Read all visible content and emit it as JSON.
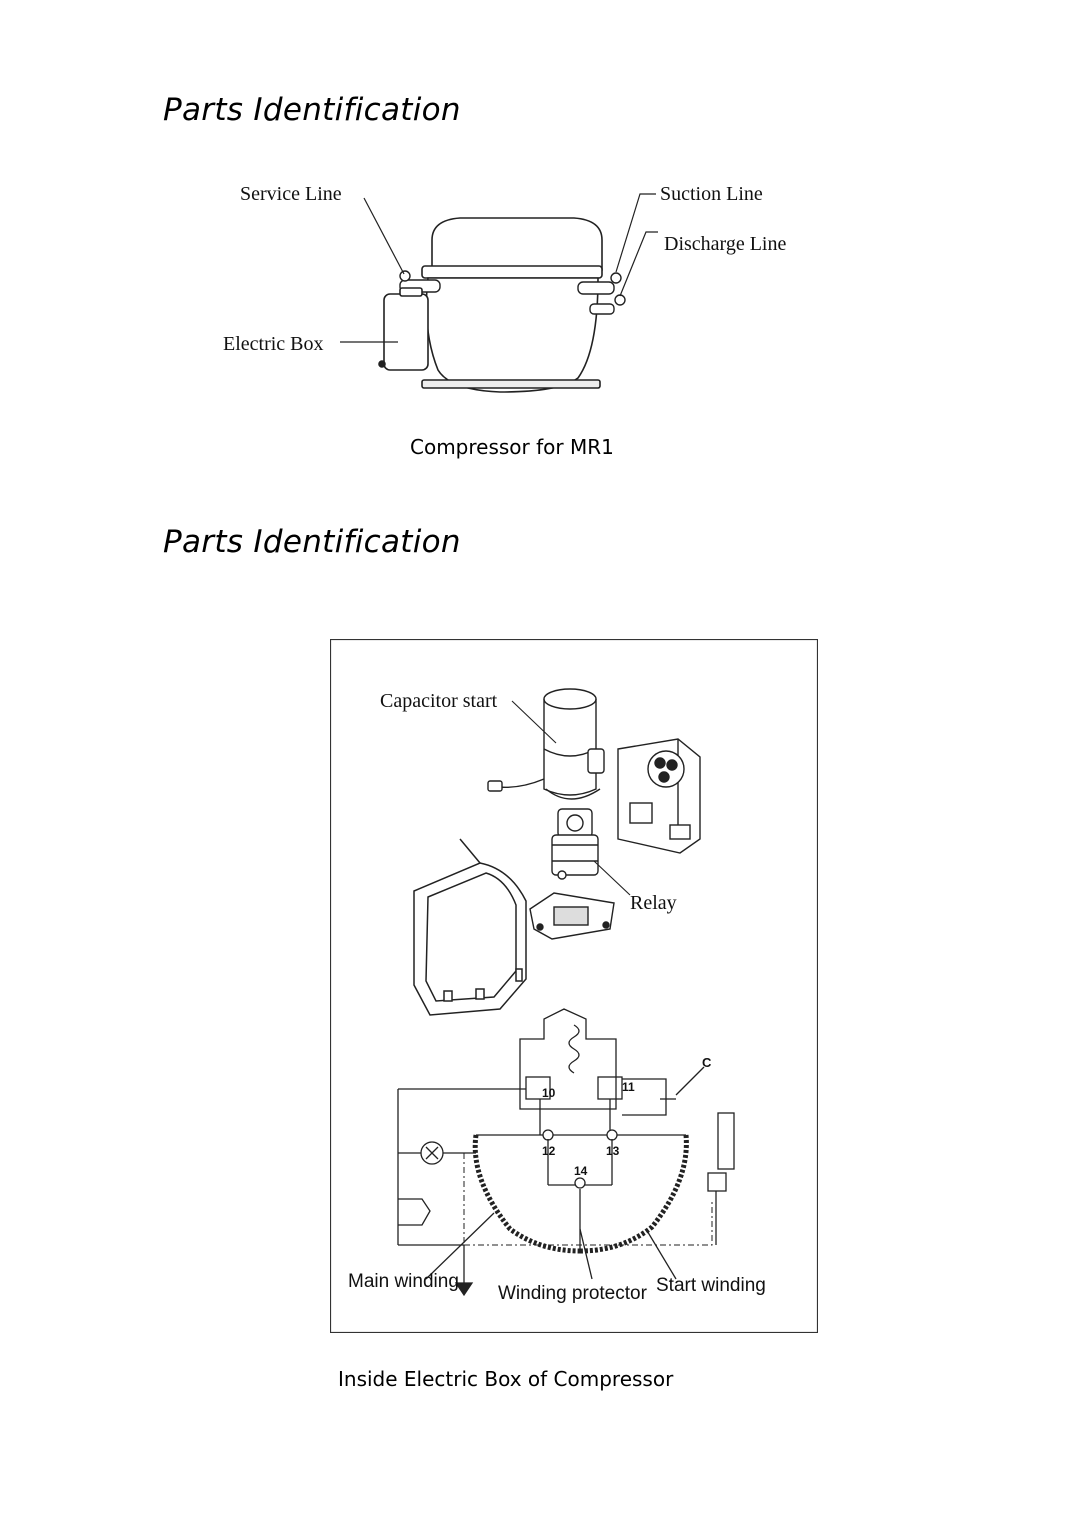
{
  "section1": {
    "heading": "Parts Identification",
    "labels": {
      "service_line": "Service Line",
      "suction_line": "Suction Line",
      "discharge_line": "Discharge Line",
      "electric_box": "Electric Box"
    },
    "caption": "Compressor for MR1"
  },
  "section2": {
    "heading": "Parts Identification",
    "labels": {
      "capacitor_start": "Capacitor start",
      "relay": "Relay",
      "capacitor_c": "C",
      "terminal_10": "10",
      "terminal_11": "11",
      "terminal_12": "12",
      "terminal_13": "13",
      "terminal_14": "14",
      "main_winding": "Main winding",
      "winding_protector": "Winding protector",
      "start_winding": "Start winding"
    },
    "caption": "Inside Electric Box of Compressor"
  }
}
